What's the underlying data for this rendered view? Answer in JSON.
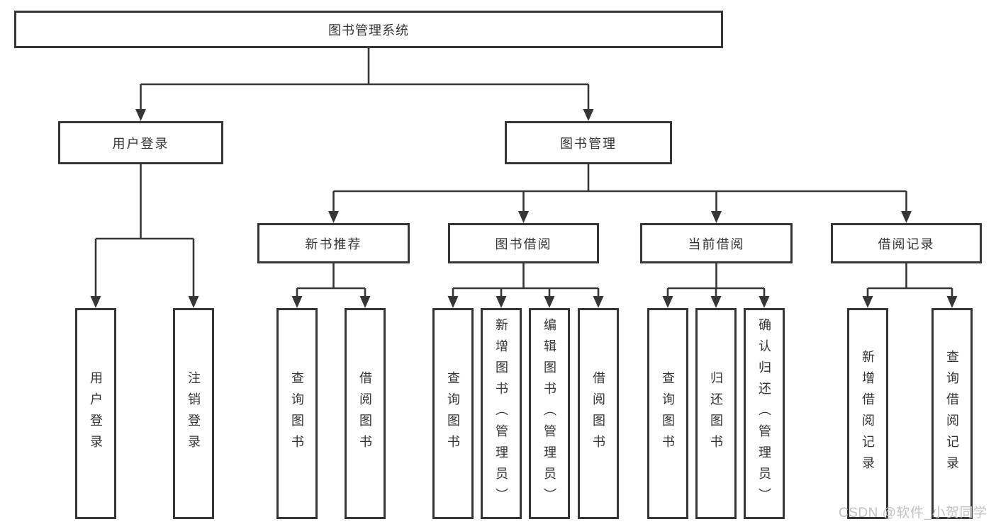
{
  "diagram": {
    "title": "图书管理系统",
    "branches": [
      {
        "label": "用户登录",
        "children": [
          {
            "label": "用户登录"
          },
          {
            "label": "注销登录"
          }
        ]
      },
      {
        "label": "图书管理",
        "groups": [
          {
            "label": "新书推荐",
            "children": [
              {
                "label": "查询图书"
              },
              {
                "label": "借阅图书"
              }
            ]
          },
          {
            "label": "图书借阅",
            "children": [
              {
                "label": "查询图书"
              },
              {
                "label": "新增图书（管理员）"
              },
              {
                "label": "编辑图书（管理员）"
              },
              {
                "label": "借阅图书"
              }
            ]
          },
          {
            "label": "当前借阅",
            "children": [
              {
                "label": "查询图书"
              },
              {
                "label": "归还图书"
              },
              {
                "label": "确认归还（管理员）"
              }
            ]
          },
          {
            "label": "借阅记录",
            "children": [
              {
                "label": "新增借阅记录"
              },
              {
                "label": "查询借阅记录"
              }
            ]
          }
        ]
      }
    ]
  },
  "watermark": {
    "text": "CSDN @软件_小贺同学"
  },
  "colors": {
    "line": "#363636",
    "text": "#333333",
    "background": "#ffffff",
    "watermark": "#c2c2c2"
  }
}
